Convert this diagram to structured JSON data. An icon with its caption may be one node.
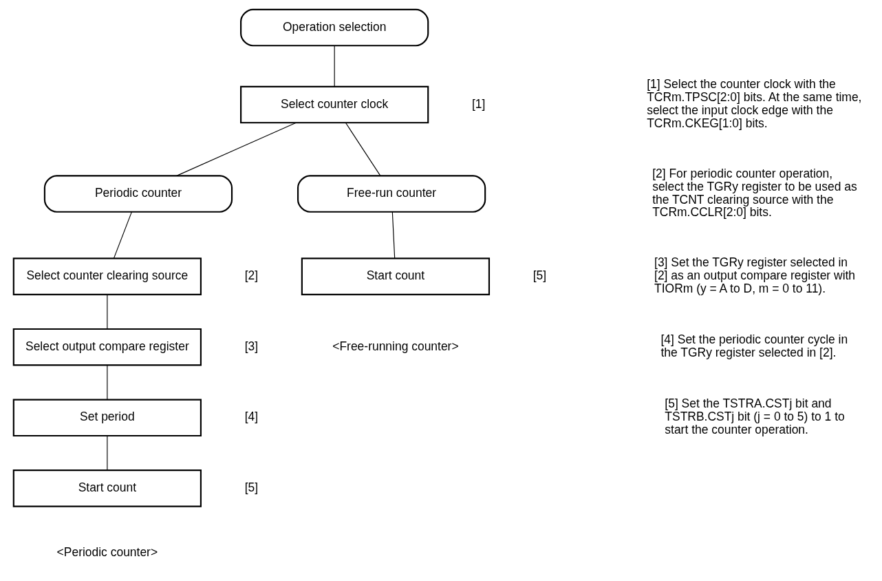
{
  "diagram": {
    "nodes": [
      {
        "text": [
          "Operation selection"
        ]
      },
      {
        "text": [
          "Select counter clock"
        ],
        "beside": [
          "[1]"
        ]
      },
      {
        "text": [
          "Periodic counter"
        ]
      },
      {
        "text": [
          "Free-run counter"
        ]
      },
      {
        "text": [
          "Select counter clearing source"
        ],
        "beside": [
          "[2]"
        ]
      },
      {
        "text": [
          "Select output compare register"
        ],
        "beside": [
          "[3]"
        ]
      },
      {
        "text": [
          "Set period"
        ],
        "beside": [
          "[4]"
        ]
      },
      {
        "text": [
          "Start count"
        ],
        "beside": [
          "[5]"
        ]
      },
      {
        "text": [
          "Start count"
        ],
        "beside": [
          "[5]"
        ]
      }
    ],
    "edges": [
      {
        "from": 0,
        "to": 1,
        "arrow": "none"
      },
      {
        "from": 1,
        "to": 2,
        "arrow": "none"
      },
      {
        "from": 1,
        "to": 3,
        "arrow": "none"
      },
      {
        "from": 2,
        "to": 4,
        "arrow": "none"
      },
      {
        "from": 4,
        "to": 5,
        "arrow": "none"
      },
      {
        "from": 5,
        "to": 6,
        "arrow": "none"
      },
      {
        "from": 6,
        "to": 7,
        "arrow": "none"
      },
      {
        "from": 3,
        "to": 8,
        "arrow": "none"
      }
    ],
    "labels": [
      "<Periodic counter>",
      "<Free-running counter>",
      "[1] Select the counter clock with the TCRm.TPSC[2:0] bits. At the same time, select the input clock edge with the TCRm.CKEG[1:0] bits.",
      "[2] For periodic counter operation, select the TGRy register to be used as the TCNT clearing source with the TCRm.CCLR[2:0] bits.",
      "[3] Set the TGRy register selected in [2] as an output compare register with TIORm (y = A to D, m = 0 to 11).",
      "[4] Set the periodic counter cycle in the TGRy register selected in [2].",
      "[5] Set the TSTRA.CSTj bit and TSTRB.CSTj bit (j = 0 to 5) to 1 to start the counter operation."
    ]
  }
}
